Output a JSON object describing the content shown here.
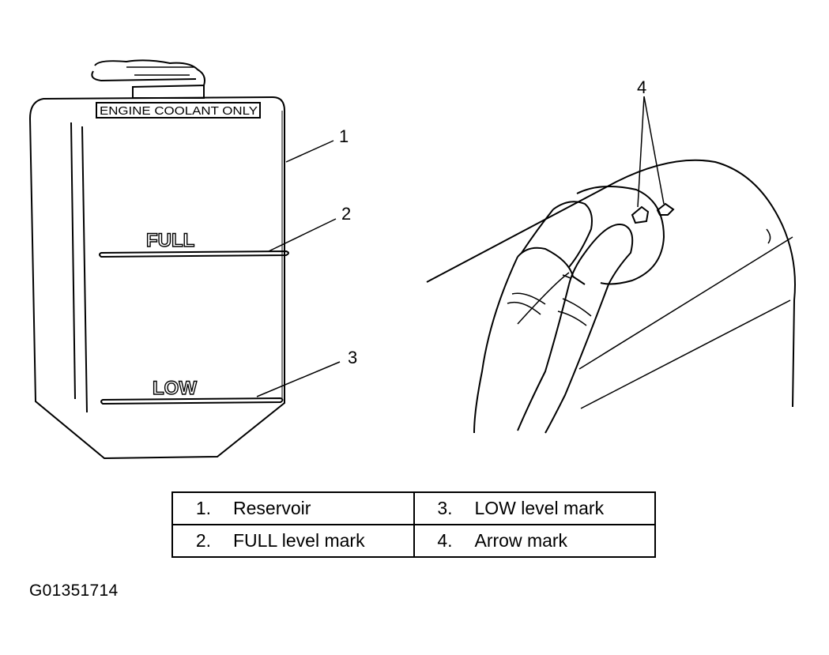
{
  "reservoir": {
    "cap_label": "ENGINE COOLANT ONLY",
    "full_mark": "FULL",
    "low_mark": "LOW"
  },
  "callouts": [
    "1",
    "2",
    "3",
    "4"
  ],
  "legend": [
    {
      "number": "1.",
      "label": "Reservoir"
    },
    {
      "number": "3.",
      "label": "LOW level mark"
    },
    {
      "number": "2.",
      "label": "FULL level mark"
    },
    {
      "number": "4.",
      "label": "Arrow mark"
    }
  ],
  "figure_id": "G01351714"
}
